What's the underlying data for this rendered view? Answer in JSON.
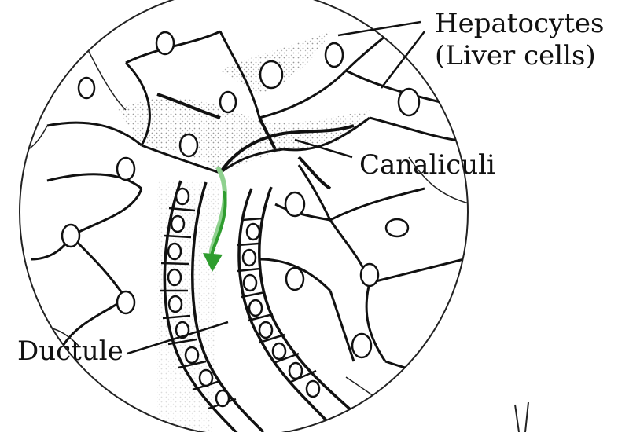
{
  "labels": {
    "hepatocytes": "Hepatocytes",
    "liver_cells": "(Liver cells)",
    "canaliculi": "Canaliculi",
    "ductule": "Ductule"
  },
  "colors": {
    "ink": "#111111",
    "flow_arrow": "#2f9d2f",
    "flow_arrow_light": "#8fd18f",
    "stipple": "#bdbdbd",
    "background": "#ffffff"
  }
}
